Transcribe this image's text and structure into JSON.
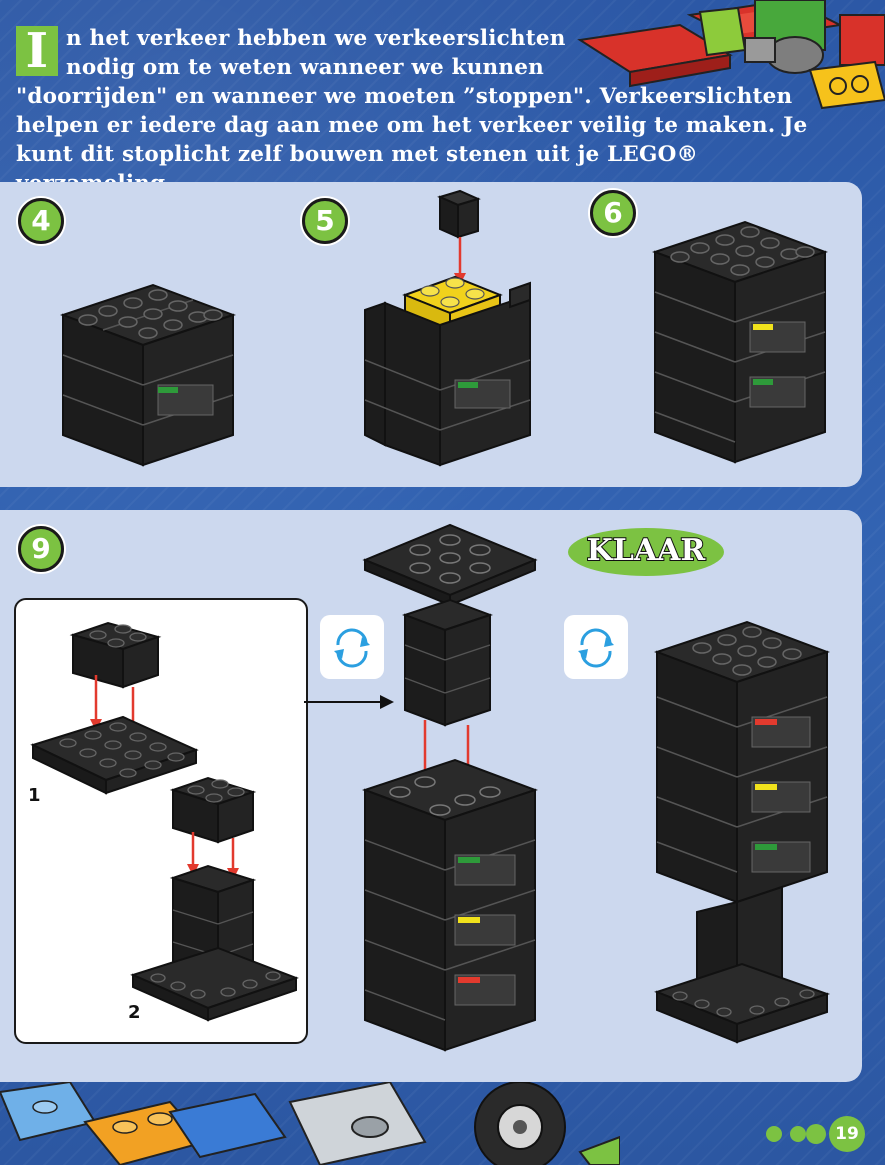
{
  "intro": {
    "dropcap": "I",
    "line1": "n het verkeer hebben we verkeerslichten",
    "line2": "nodig om te weten wanneer we kunnen",
    "line3": "\"doorrijden\" en wanneer we moeten ”stoppen\". Verkeerslichten",
    "line4": "helpen er iedere dag aan mee om het verkeer veilig te maken. Je",
    "line5": "kunt dit stoplicht zelf bouwen met stenen uit je LEGO® verzameling."
  },
  "steps": {
    "step4": "4",
    "step5": "5",
    "step6": "6",
    "step9": "9",
    "sub1": "1",
    "sub2": "2"
  },
  "done_label": "KLAAR",
  "page_number": "19",
  "colors": {
    "green_accent": "#7cc242",
    "page_blue": "#2f5ca8",
    "panel": "#ccd8ee",
    "brick": "#1c1c1c",
    "light_red": "#e23a2e",
    "light_yellow": "#f1e21c",
    "light_green": "#2e9a3a"
  }
}
